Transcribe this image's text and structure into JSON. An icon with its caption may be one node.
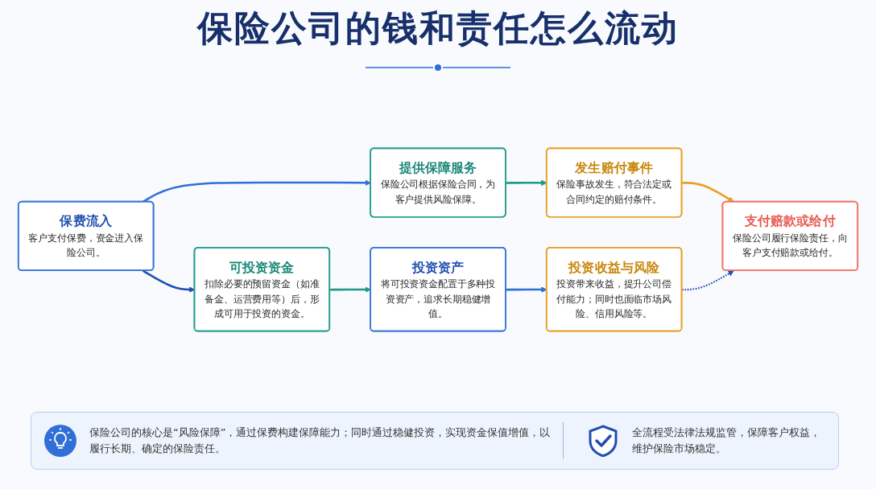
{
  "diagram": {
    "title": "保险公司的钱和责任怎么流动",
    "nodes": [
      {
        "text": [
          "保费流入",
          "客户支付保费，资金进入保险公司。"
        ]
      },
      {
        "text": [
          "提供保障服务",
          "保险公司根据保险合同，为客户提供风险保障。"
        ]
      },
      {
        "text": [
          "发生赔付事件",
          "保险事故发生，符合法定或合同约定的赔付条件。"
        ]
      },
      {
        "text": [
          "支付赔款或给付",
          "保险公司履行保险责任，向客户支付赔款或给付。"
        ]
      },
      {
        "text": [
          "可投资资金",
          "扣除必要的预留资金（如准备金、运营费用等）后，形成可用于投资的资金。"
        ]
      },
      {
        "text": [
          "投资资产",
          "将可投资资金配置于多种投资资产，追求长期稳健增值。"
        ]
      },
      {
        "text": [
          "投资收益与风险",
          "投资带来收益，提升公司偿付能力；同时也面临市场风险、信用风险等。"
        ]
      }
    ],
    "edges": [
      {
        "from": 0,
        "to": 1,
        "arrow": "to",
        "color": "#2f6fd6"
      },
      {
        "from": 1,
        "to": 2,
        "arrow": "to",
        "color": "#1f9a8a"
      },
      {
        "from": 2,
        "to": 3,
        "arrow": "to",
        "color": "#e8a020"
      },
      {
        "from": 0,
        "to": 4,
        "arrow": "to",
        "color": "#1f4fb0"
      },
      {
        "from": 4,
        "to": 5,
        "arrow": "to",
        "color": "#1f9a8a"
      },
      {
        "from": 5,
        "to": 6,
        "arrow": "to",
        "color": "#2f6fd6"
      },
      {
        "from": 6,
        "to": 3,
        "arrow": "to",
        "style": "dashed",
        "color": "#1f4fb0"
      }
    ],
    "labels": [
      "保险公司的核心是“风险保障”，通过保费构建保障能力；同时通过稳健投资，实现资金保值增值，以履行长期、确定的保险责任。",
      "全流程受法律法规监管，保障客户权益，维护保险市场稳定。"
    ]
  }
}
